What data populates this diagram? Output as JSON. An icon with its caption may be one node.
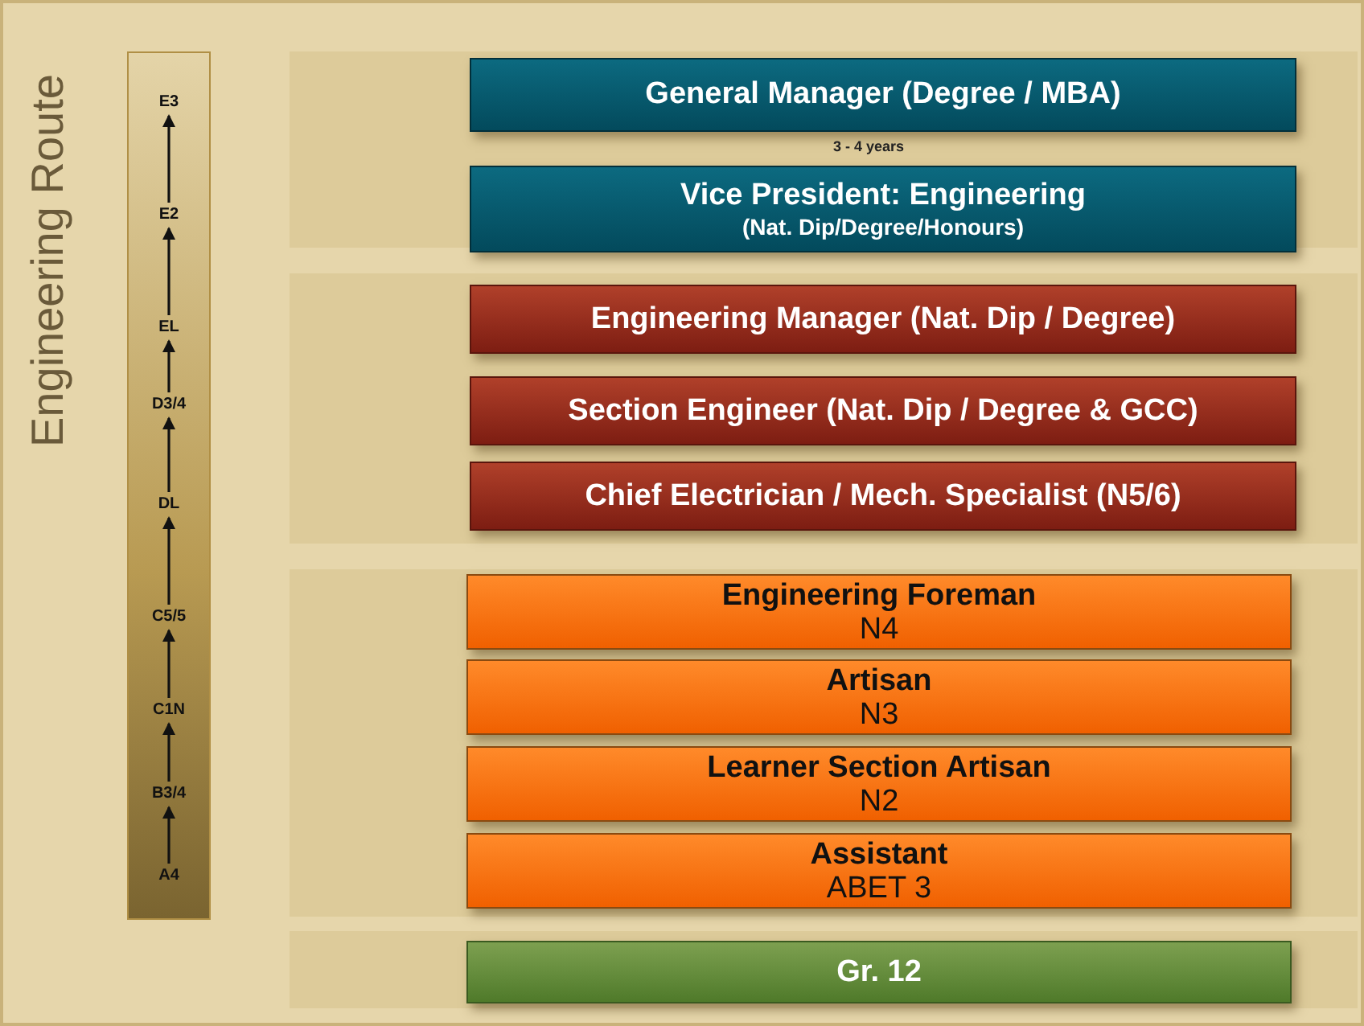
{
  "diagram": {
    "nodes": [
      {
        "text": [],
        "shape": "bar"
      },
      {
        "text": [
          "E3"
        ],
        "in": 0
      },
      {
        "text": [
          "E2"
        ],
        "in": 0
      },
      {
        "text": [
          "EL"
        ],
        "in": 0
      },
      {
        "text": [
          "D3/4"
        ],
        "in": 0
      },
      {
        "text": [
          "DL"
        ],
        "in": 0
      },
      {
        "text": [
          "C5/5"
        ],
        "in": 0
      },
      {
        "text": [
          "C1N"
        ],
        "in": 0
      },
      {
        "text": [
          "B3/4"
        ],
        "in": 0
      },
      {
        "text": [
          "A4"
        ],
        "in": 0
      },
      {
        "text": [],
        "shape": "band"
      },
      {
        "text": [
          "General Manager (Degree / MBA)"
        ],
        "in": 10
      },
      {
        "text": [
          "Vice President: Engineering",
          "(Nat. Dip/Degree/Honours)"
        ],
        "in": 10
      },
      {
        "text": [],
        "shape": "band"
      },
      {
        "text": [
          "Engineering Manager (Nat. Dip / Degree)"
        ],
        "in": 13
      },
      {
        "text": [
          "Section Engineer (Nat. Dip / Degree & GCC)"
        ],
        "in": 13
      },
      {
        "text": [
          "Chief Electrician / Mech. Specialist (N5/6)"
        ],
        "in": 13
      },
      {
        "text": [],
        "shape": "band"
      },
      {
        "text": [
          "Engineering Foreman",
          "N4"
        ],
        "in": 17
      },
      {
        "text": [
          "Artisan",
          "N3"
        ],
        "in": 17
      },
      {
        "text": [
          "Learner Section Artisan",
          "N2"
        ],
        "in": 17
      },
      {
        "text": [
          "Assistant",
          "ABET 3"
        ],
        "in": 17
      },
      {
        "text": [],
        "shape": "band"
      },
      {
        "text": [
          "Gr. 12"
        ],
        "in": 22
      }
    ],
    "edges": [
      {
        "from": 2,
        "to": 1,
        "arrow": "to"
      },
      {
        "from": 3,
        "to": 2,
        "arrow": "to"
      },
      {
        "from": 4,
        "to": 3,
        "arrow": "to"
      },
      {
        "from": 5,
        "to": 4,
        "arrow": "to"
      },
      {
        "from": 6,
        "to": 5,
        "arrow": "to"
      },
      {
        "from": 7,
        "to": 6,
        "arrow": "to"
      },
      {
        "from": 8,
        "to": 7,
        "arrow": "to"
      },
      {
        "from": 9,
        "to": 8,
        "arrow": "to"
      }
    ],
    "labels": [
      "Engineering Route",
      "3 - 4 years"
    ]
  }
}
